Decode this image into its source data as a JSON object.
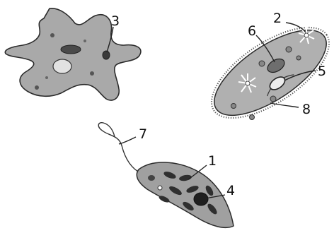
{
  "diagram": {
    "labels": [
      "1",
      "2",
      "3",
      "4",
      "5",
      "6",
      "7",
      "8"
    ]
  },
  "colors": {
    "body_fill": "#a9a9a9",
    "dark_fill": "#3a3a3a",
    "nucleus_fill": "#d6d6d6",
    "outline": "#2b2b2b",
    "ink": "#111111"
  }
}
